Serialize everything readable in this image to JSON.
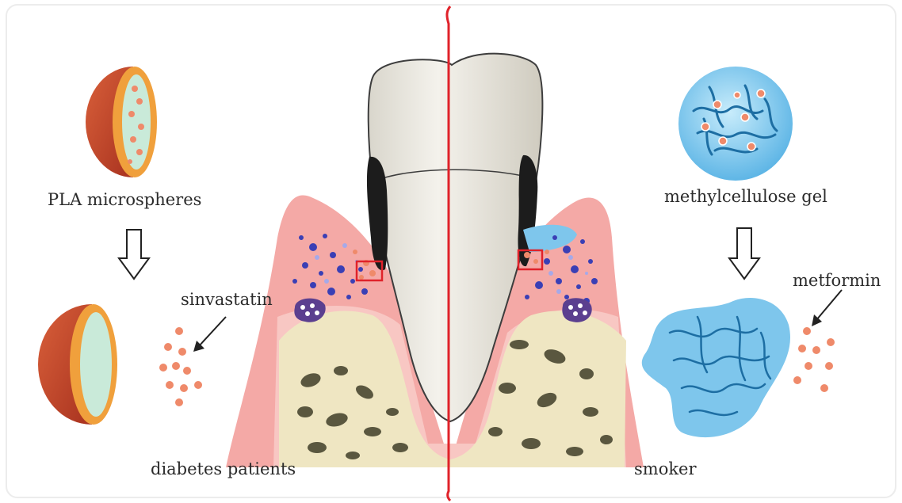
{
  "labels": {
    "pla_microspheres": "PLA microspheres",
    "sinvastatin": "sinvastatin",
    "diabetes_patients": "diabetes patients",
    "methylcellulose_gel": "methylcellulose gel",
    "metformin": "metformin",
    "smoker": "smoker"
  },
  "colors": {
    "divider": "#e0222a",
    "shell": "#c8452b",
    "rim": "#f0a03c",
    "core": "#c9ead9",
    "drug_dot": "#ef8a6a",
    "gel": "#7ec6ec",
    "gel_fiber": "#1d6ea3",
    "gingiva": "#f4a9a6",
    "bone": "#efe6c2",
    "tooth": "#eeece4",
    "calculus": "#1c1c1c",
    "inflammatory_cell": "#3a3fb5"
  }
}
